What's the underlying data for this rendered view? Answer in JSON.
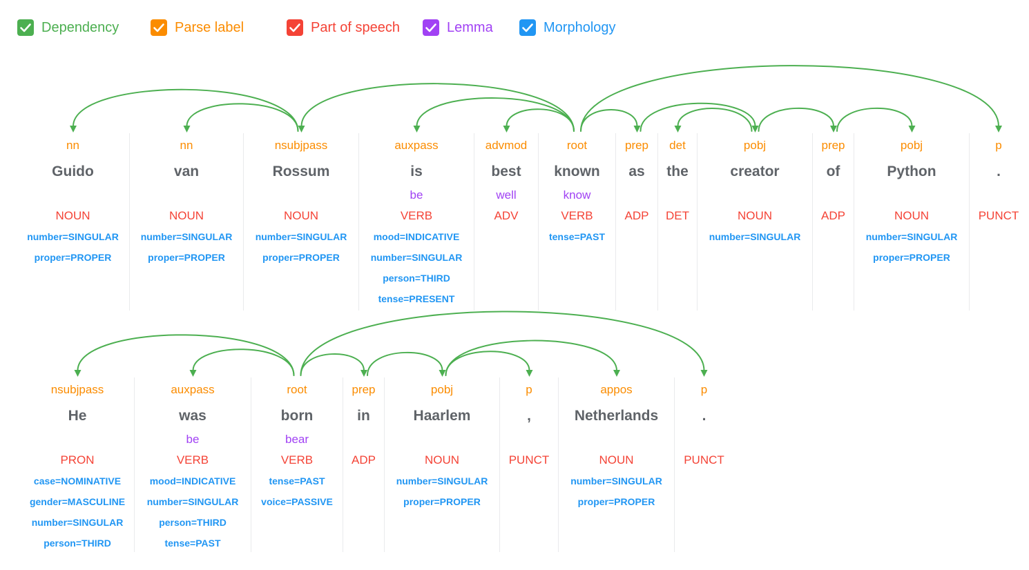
{
  "controls": {
    "checkboxes": [
      {
        "label": "Dependency",
        "color": "#4caf50",
        "checked": true
      },
      {
        "label": "Parse label",
        "color": "#fb8c00",
        "checked": true
      },
      {
        "label": "Part of speech",
        "color": "#f44336",
        "checked": true
      },
      {
        "label": "Lemma",
        "color": "#a142f4",
        "checked": true
      },
      {
        "label": "Morphology",
        "color": "#2196f3",
        "checked": true
      }
    ]
  },
  "colors": {
    "dependency_arc": "#4caf50",
    "parse_label": "#fb8c00",
    "part_of_speech": "#f44336",
    "lemma": "#a142f4",
    "morphology": "#2196f3",
    "word": "#5f6368",
    "separator": "#e9eaec"
  },
  "sentences": [
    {
      "text": "Guido van Rossum is best known as the creator of Python .",
      "tokens": [
        {
          "label": "nn",
          "word": "Guido",
          "lemma": "",
          "pos": "NOUN",
          "morph": [
            "number=SINGULAR",
            "proper=PROPER"
          ]
        },
        {
          "label": "nn",
          "word": "van",
          "lemma": "",
          "pos": "NOUN",
          "morph": [
            "number=SINGULAR",
            "proper=PROPER"
          ]
        },
        {
          "label": "nsubjpass",
          "word": "Rossum",
          "lemma": "",
          "pos": "NOUN",
          "morph": [
            "number=SINGULAR",
            "proper=PROPER"
          ]
        },
        {
          "label": "auxpass",
          "word": "is",
          "lemma": "be",
          "pos": "VERB",
          "morph": [
            "mood=INDICATIVE",
            "number=SINGULAR",
            "person=THIRD",
            "tense=PRESENT"
          ]
        },
        {
          "label": "advmod",
          "word": "best",
          "lemma": "well",
          "pos": "ADV",
          "morph": []
        },
        {
          "label": "root",
          "word": "known",
          "lemma": "know",
          "pos": "VERB",
          "morph": [
            "tense=PAST"
          ]
        },
        {
          "label": "prep",
          "word": "as",
          "lemma": "",
          "pos": "ADP",
          "morph": []
        },
        {
          "label": "det",
          "word": "the",
          "lemma": "",
          "pos": "DET",
          "morph": []
        },
        {
          "label": "pobj",
          "word": "creator",
          "lemma": "",
          "pos": "NOUN",
          "morph": [
            "number=SINGULAR"
          ]
        },
        {
          "label": "prep",
          "word": "of",
          "lemma": "",
          "pos": "ADP",
          "morph": []
        },
        {
          "label": "pobj",
          "word": "Python",
          "lemma": "",
          "pos": "NOUN",
          "morph": [
            "number=SINGULAR",
            "proper=PROPER"
          ]
        },
        {
          "label": "p",
          "word": ".",
          "lemma": "",
          "pos": "PUNCT",
          "morph": []
        }
      ],
      "arcs": [
        {
          "head": 2,
          "dep": 0
        },
        {
          "head": 2,
          "dep": 1
        },
        {
          "head": 5,
          "dep": 2
        },
        {
          "head": 5,
          "dep": 3
        },
        {
          "head": 5,
          "dep": 4
        },
        {
          "head": 5,
          "dep": 6
        },
        {
          "head": 6,
          "dep": 8
        },
        {
          "head": 8,
          "dep": 7
        },
        {
          "head": 8,
          "dep": 9
        },
        {
          "head": 9,
          "dep": 10
        },
        {
          "head": 5,
          "dep": 11
        }
      ]
    },
    {
      "text": "He was born in Haarlem , Netherlands .",
      "tokens": [
        {
          "label": "nsubjpass",
          "word": "He",
          "lemma": "",
          "pos": "PRON",
          "morph": [
            "case=NOMINATIVE",
            "gender=MASCULINE",
            "number=SINGULAR",
            "person=THIRD"
          ]
        },
        {
          "label": "auxpass",
          "word": "was",
          "lemma": "be",
          "pos": "VERB",
          "morph": [
            "mood=INDICATIVE",
            "number=SINGULAR",
            "person=THIRD",
            "tense=PAST"
          ]
        },
        {
          "label": "root",
          "word": "born",
          "lemma": "bear",
          "pos": "VERB",
          "morph": [
            "tense=PAST",
            "voice=PASSIVE"
          ]
        },
        {
          "label": "prep",
          "word": "in",
          "lemma": "",
          "pos": "ADP",
          "morph": []
        },
        {
          "label": "pobj",
          "word": "Haarlem",
          "lemma": "",
          "pos": "NOUN",
          "morph": [
            "number=SINGULAR",
            "proper=PROPER"
          ]
        },
        {
          "label": "p",
          "word": ",",
          "lemma": "",
          "pos": "PUNCT",
          "morph": []
        },
        {
          "label": "appos",
          "word": "Netherlands",
          "lemma": "",
          "pos": "NOUN",
          "morph": [
            "number=SINGULAR",
            "proper=PROPER"
          ]
        },
        {
          "label": "p",
          "word": ".",
          "lemma": "",
          "pos": "PUNCT",
          "morph": []
        }
      ],
      "arcs": [
        {
          "head": 2,
          "dep": 0
        },
        {
          "head": 2,
          "dep": 1
        },
        {
          "head": 2,
          "dep": 3
        },
        {
          "head": 3,
          "dep": 4
        },
        {
          "head": 4,
          "dep": 5
        },
        {
          "head": 4,
          "dep": 6
        },
        {
          "head": 2,
          "dep": 7
        }
      ]
    }
  ]
}
